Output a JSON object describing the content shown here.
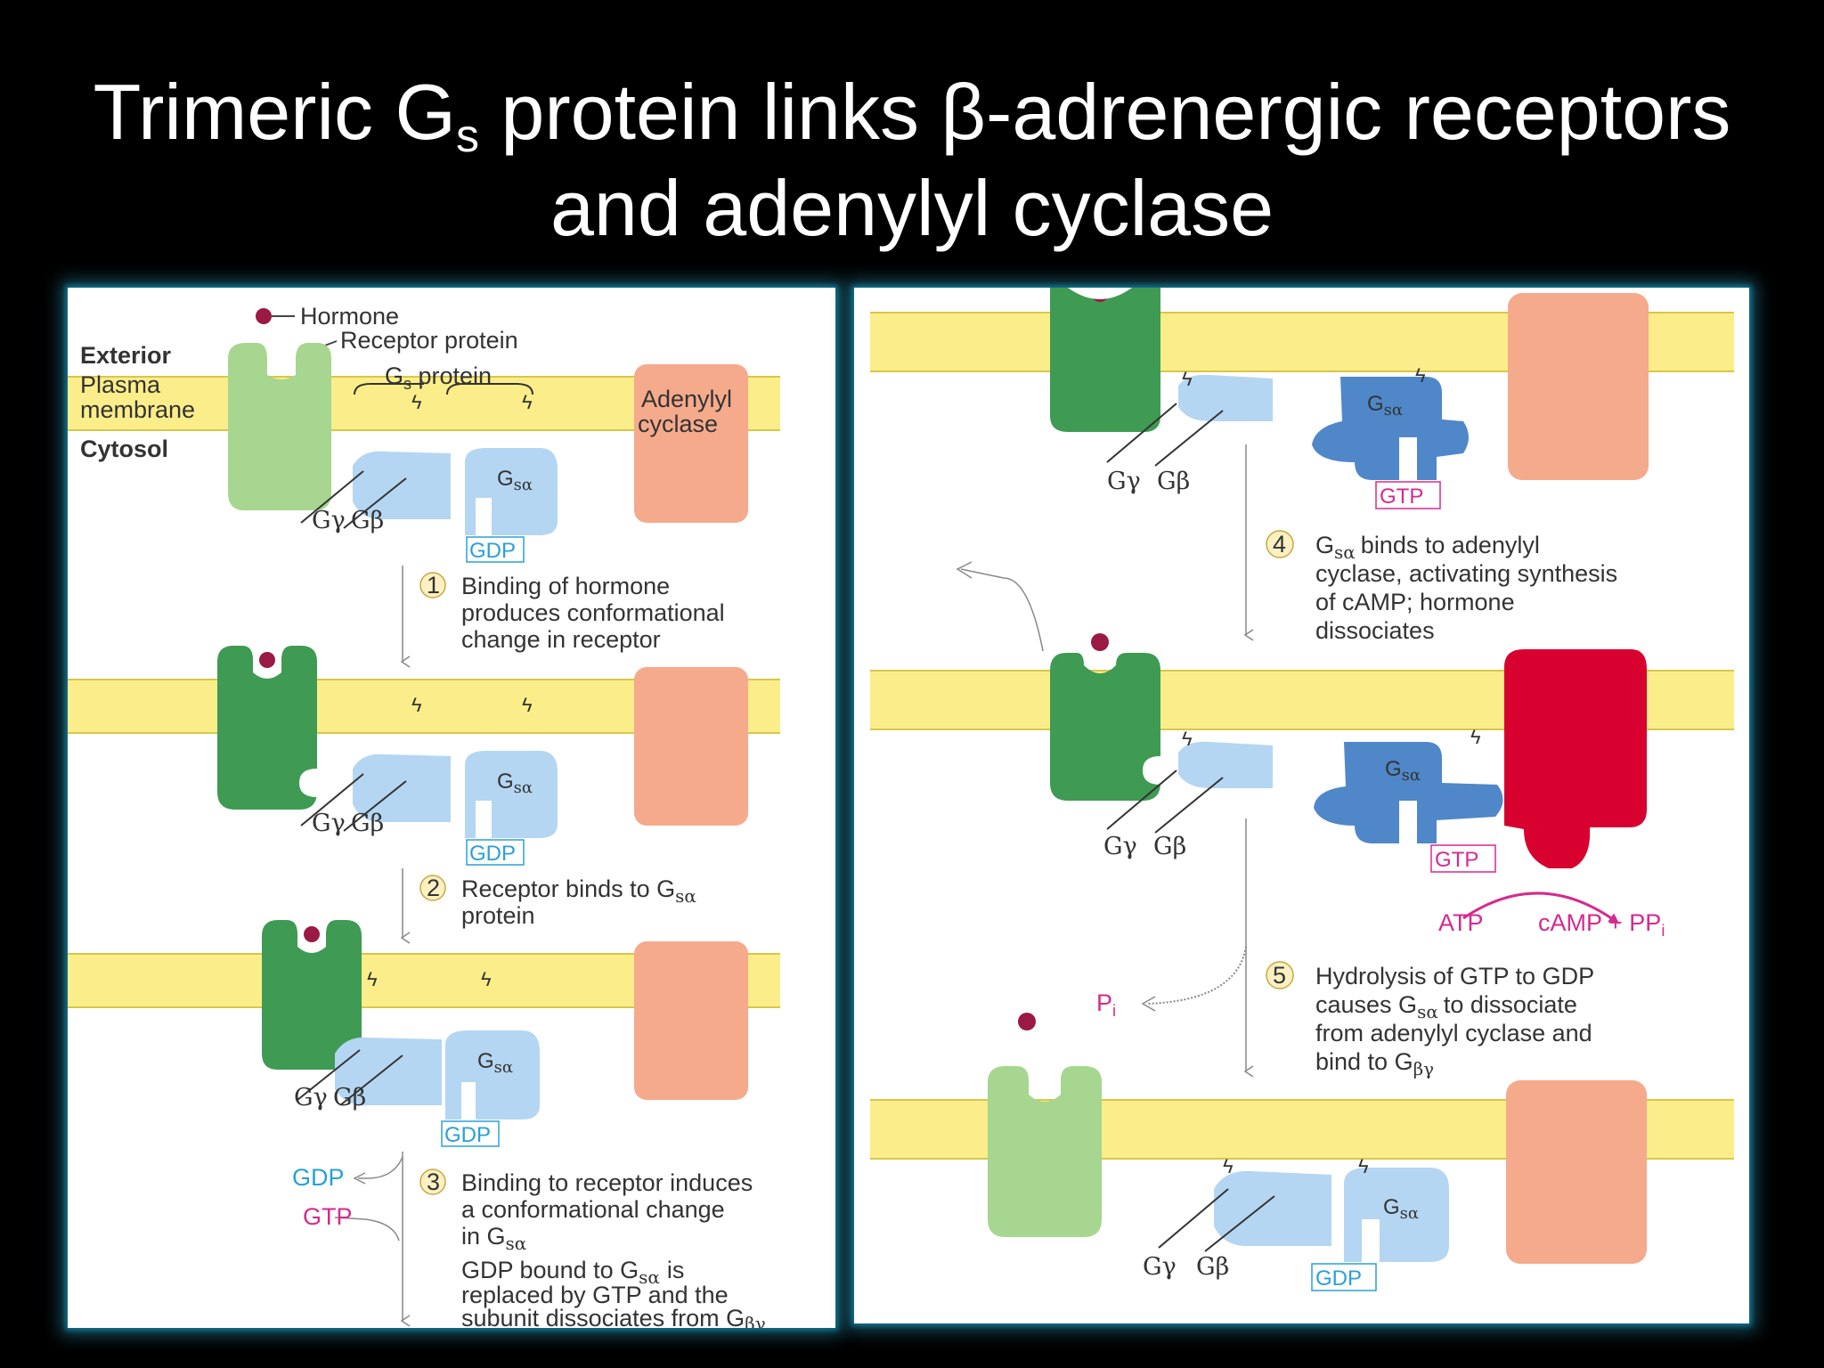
{
  "title": {
    "line1_pre": "Trimeric G",
    "line1_sub": "s",
    "line1_post": " protein links β-adrenergic receptors",
    "line2": "and adenylyl cyclase"
  },
  "labels": {
    "hormone": "Hormone",
    "receptor_protein": "Receptor protein",
    "exterior": "Exterior",
    "plasma": "Plasma",
    "membrane": "membrane",
    "cytosol": "Cytosol",
    "gs_protein_pre": "G",
    "gs_protein_sub": "s",
    "gs_protein_post": " protein",
    "adenylyl": "Adenylyl",
    "cyclase": "cyclase",
    "g_gamma": "Gγ",
    "g_beta": "Gβ",
    "g_s_alpha_main": "G",
    "g_s_alpha_sub": "sα",
    "gdp": "GDP",
    "gtp": "GTP",
    "atp": "ATP",
    "camp_ppi": "cAMP + PP",
    "ppi_sub": "i",
    "pi_main": "P",
    "pi_sub": "i"
  },
  "steps": [
    {
      "num": "1",
      "lines": [
        "Binding of hormone",
        "produces conformational",
        "change in receptor"
      ]
    },
    {
      "num": "2",
      "lines": [
        "Receptor binds to G",
        "protein"
      ],
      "sub": "sα"
    },
    {
      "num": "3",
      "lines": [
        "Binding to receptor induces",
        "a conformational change",
        "in G"
      ],
      "sub": "sα",
      "extra": [
        "GDP bound to G",
        "is",
        "replaced by GTP and the",
        "subunit dissociates from G"
      ],
      "extra_sub": "sα",
      "extra_sub2": "βγ"
    },
    {
      "num": "4",
      "lines": [
        "binds to adenylyl",
        "cyclase, activating synthesis",
        "of cAMP; hormone",
        "dissociates"
      ],
      "pre": "G",
      "sub": "sα"
    },
    {
      "num": "5",
      "lines": [
        "Hydrolysis of GTP to GDP",
        "causes G",
        "to dissociate",
        "from adenylyl cyclase and",
        "bind to G"
      ],
      "sub": "sα",
      "sub2": "βγ"
    }
  ],
  "colors": {
    "background": "#000000",
    "membrane": "#fbee8a",
    "receptor_light": "#a6d68f",
    "receptor_dark": "#3f9a53",
    "g_protein_light": "#b5d6f2",
    "g_alpha_active": "#4f87c9",
    "adenylyl_cyclase": "#f5aa8c",
    "adenylyl_active": "#d8002e",
    "hormone": "#9a1a44",
    "gdp_text": "#2aa0d8",
    "gtp_text": "#d52b8e",
    "glow": "#1e8aa8"
  }
}
